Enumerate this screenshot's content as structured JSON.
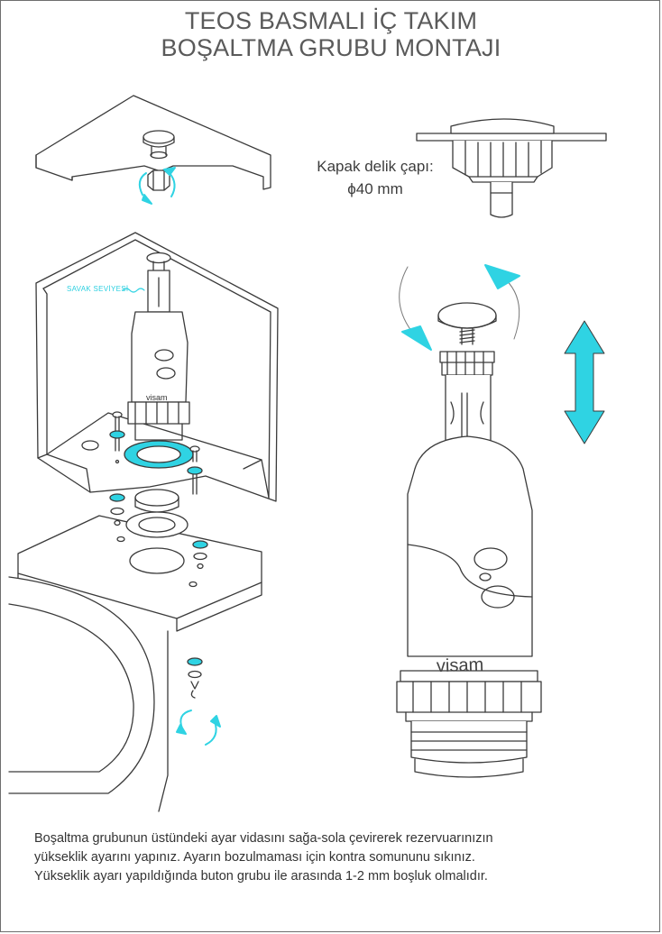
{
  "title": {
    "line1": "TEOS BASMALI İÇ TAKIM",
    "line2": "BOŞALTMA GRUBU MONTAJI"
  },
  "callouts": {
    "hole_label_line1": "Kapak delik çapı:",
    "hole_label_line2": "ϕ40 mm",
    "overflow_level": "SAVAK SEVİYESİ"
  },
  "brand": "visam",
  "instructions": [
    "Boşaltma grubunun  üstündeki ayar vidasını sağa-sola çevirerek rezervuarınızın",
    "yükseklik ayarını yapınız. Ayarın bozulmaması için kontra somununu sıkınız.",
    "Yükseklik ayarı yapıldığında buton grubu ile arasında 1-2 mm boşluk olmalıdır."
  ],
  "colors": {
    "accent": "#2fd3e3",
    "line": "#3a3a3a",
    "text": "#333333"
  }
}
